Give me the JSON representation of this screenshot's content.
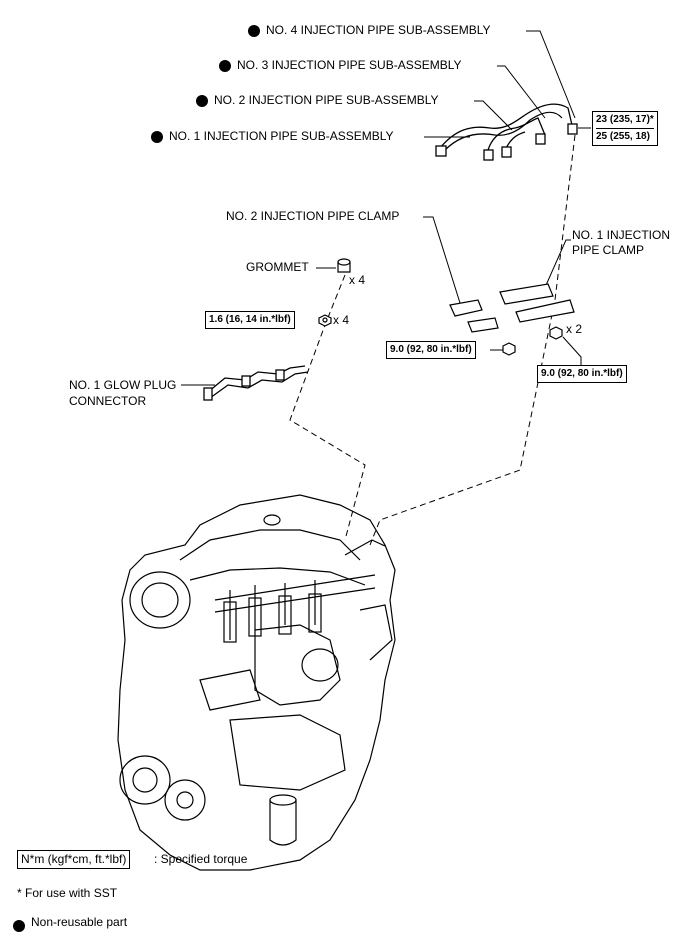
{
  "labels": {
    "pipe4": "NO. 4 INJECTION PIPE SUB-ASSEMBLY",
    "pipe3": "NO. 3 INJECTION PIPE SUB-ASSEMBLY",
    "pipe2": "NO. 2 INJECTION PIPE SUB-ASSEMBLY",
    "pipe1": "NO. 1 INJECTION PIPE SUB-ASSEMBLY",
    "clamp2": "NO. 2 INJECTION PIPE CLAMP",
    "clamp1_line1": "NO. 1 INJECTION",
    "clamp1_line2": "PIPE CLAMP",
    "grommet": "GROMMET",
    "glow_line1": "NO. 1 GLOW PLUG",
    "glow_line2": "CONNECTOR",
    "qty_grommet": "x 4",
    "qty_nut": "x 4",
    "qty_clamp_nut": "x 2"
  },
  "torques": {
    "pipe_line1": "23 (235, 17)*",
    "pipe_line2": "25 (255, 18)",
    "glow_nut": "1.6 (16, 14 in.*lbf)",
    "clamp_bolt_left": "9.0 (92, 80 in.*lbf)",
    "clamp_bolt_right": "9.0 (92, 80 in.*lbf)"
  },
  "legend": {
    "torque_box": "N*m (kgf*cm, ft.*lbf)",
    "torque_desc": ": Specified torque",
    "sst_note": "* For use with SST",
    "non_reusable": "Non-reusable part"
  }
}
